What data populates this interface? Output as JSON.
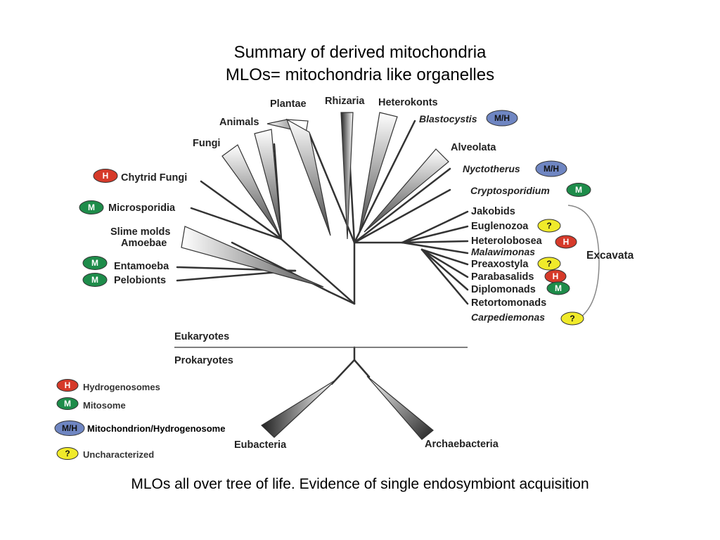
{
  "title": {
    "line1": "Summary of derived mitochondria",
    "line2": "MLOs= mitochondria like organelles"
  },
  "caption": "MLOs all over tree of life. Evidence of single endosymbiont acquisition",
  "colors": {
    "H": "#d63a2a",
    "M": "#1e8c4a",
    "MH": "#6f86c2",
    "Q": "#f0ea2a",
    "line": "#333333"
  },
  "badge_text": {
    "H": "H",
    "M": "M",
    "MH": "M/H",
    "Q": "?"
  },
  "taxa": {
    "plantae": "Plantae",
    "rhizaria": "Rhizaria",
    "heterokonts": "Heterokonts",
    "blastocystis": "Blastocystis",
    "animals": "Animals",
    "fungi": "Fungi",
    "alveolata": "Alveolata",
    "nyctotherus": "Nyctotherus",
    "cryptosporidium": "Cryptosporidium",
    "chytrid_fungi": "Chytrid Fungi",
    "microsporidia": "Microsporidia",
    "slime_molds": "Slime molds",
    "amoebae": "Amoebae",
    "entamoeba": "Entamoeba",
    "pelobionts": "Pelobionts",
    "jakobids": "Jakobids",
    "euglenozoa": "Euglenozoa",
    "heterolobosea": "Heterolobosea",
    "malawimonas": "Malawimonas",
    "preaxostyla": "Preaxostyla",
    "parabasalids": "Parabasalids",
    "diplomonads": "Diplomonads",
    "retortomonads": "Retortomonads",
    "carpediemonas": "Carpediemonas",
    "excavata": "Excavata",
    "eukaryotes": "Eukaryotes",
    "prokaryotes": "Prokaryotes",
    "eubacteria": "Eubacteria",
    "archaebacteria": "Archaebacteria"
  },
  "legend": {
    "hydrogenosomes": "Hydrogenosomes",
    "mitosome": "Mitosome",
    "mito_hydro": "Mitochondrion/Hydrogenosome",
    "uncharacterized": "Uncharacterized"
  }
}
